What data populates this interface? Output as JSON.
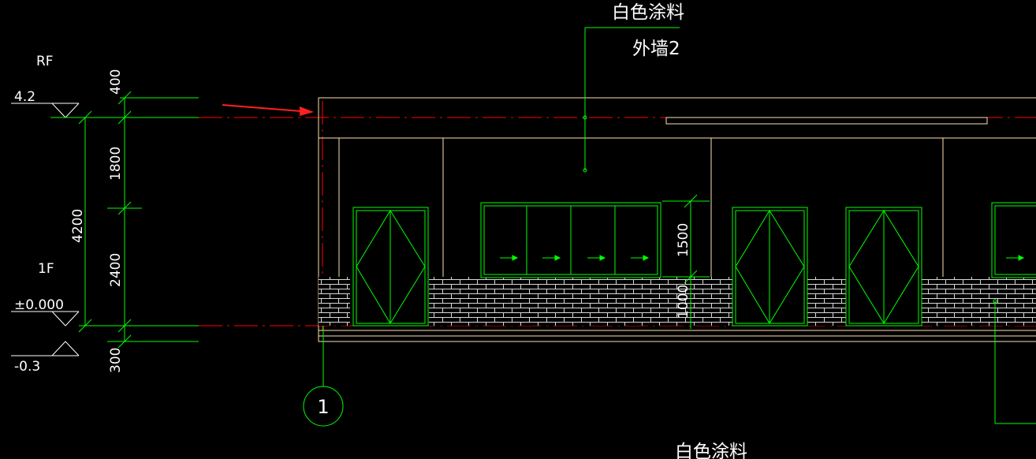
{
  "colors": {
    "background": "#000000",
    "dimension": "#00ff00",
    "axis": "#ff0000",
    "outline": "#ffe0b0",
    "window_frame": "#00ff00",
    "brick": "#ffffff",
    "text": "#ffffff",
    "arrow": "#ff2020"
  },
  "levels": {
    "rf_name": "RF",
    "rf_elevation": "4.2",
    "f1_name": "1F",
    "f1_elevation": "±0.000",
    "ground_elevation": "-0.3"
  },
  "dimensions": {
    "parapet": "400",
    "upper": "1800",
    "lower": "2400",
    "total": "4200",
    "plinth": "300",
    "window_height": "1500",
    "sill_height": "1000"
  },
  "notes": {
    "top_label_1": "白色涂料",
    "top_label_2": "外墙2",
    "bottom_label": "白色涂料"
  },
  "axis": {
    "grid_label": "1"
  },
  "icons": {
    "annotation_arrow": "red-arrow-icon",
    "axis_bubble": "axis-circle-icon"
  }
}
